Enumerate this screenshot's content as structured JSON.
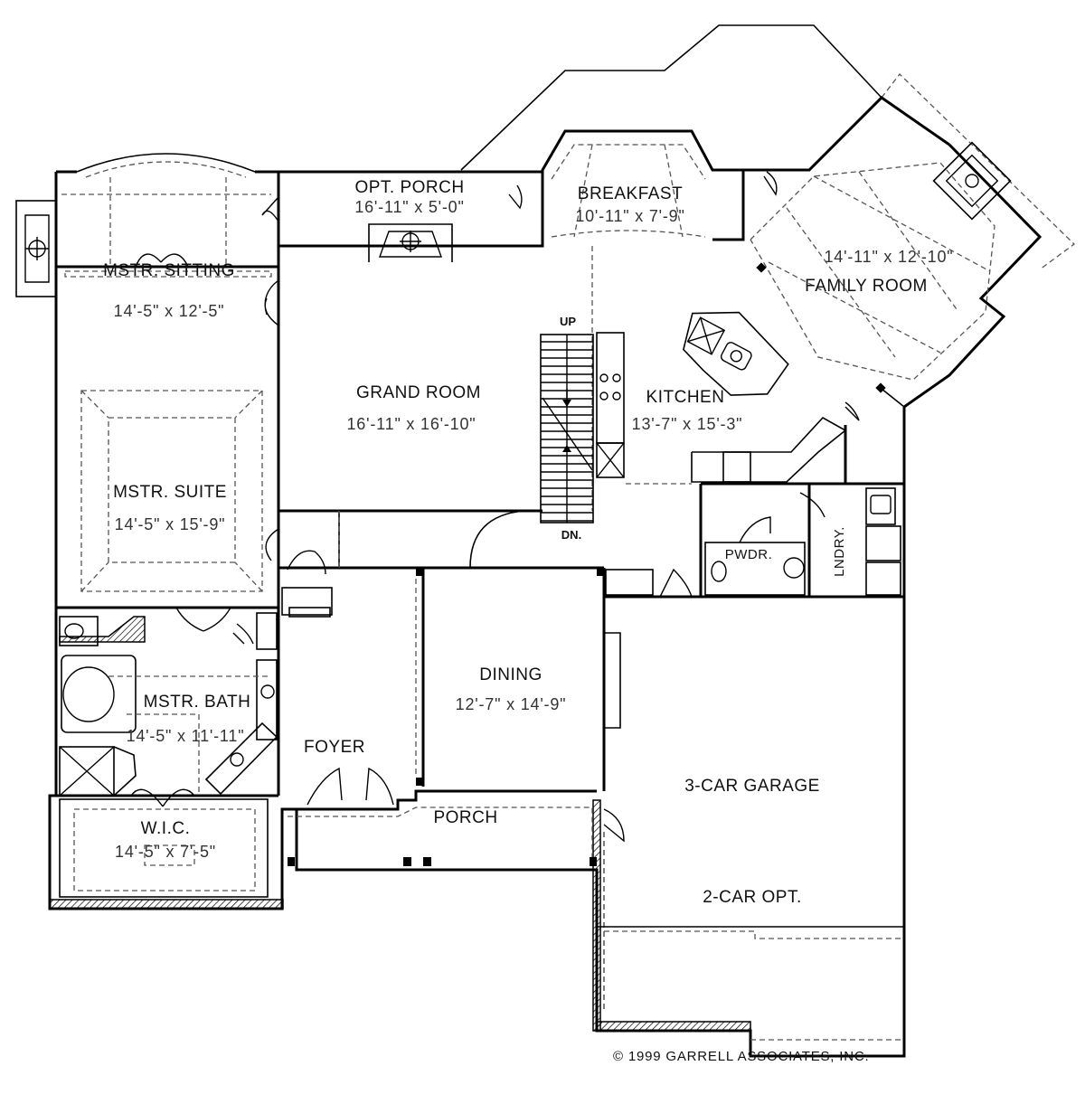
{
  "rooms": {
    "opt_porch": {
      "name": "OPT. PORCH",
      "dims": "16'-11\" x 5'-0\""
    },
    "breakfast": {
      "name": "BREAKFAST",
      "dims": "10'-11\" x 7'-9\""
    },
    "family_room": {
      "name": "FAMILY ROOM",
      "dims": "14'-11\" x 12'-10\""
    },
    "mstr_sitting": {
      "name": "MSTR. SITTING",
      "dims": "14'-5\" x 12'-5\""
    },
    "grand_room": {
      "name": "GRAND ROOM",
      "dims": "16'-11\" x 16'-10\""
    },
    "kitchen": {
      "name": "KITCHEN",
      "dims": "13'-7\" x 15'-3\""
    },
    "mstr_suite": {
      "name": "MSTR. SUITE",
      "dims": "14'-5\" x 15'-9\""
    },
    "pwdr": {
      "name": "PWDR."
    },
    "lndry": {
      "name": "LNDRY."
    },
    "dining": {
      "name": "DINING",
      "dims": "12'-7\" x 14'-9\""
    },
    "mstr_bath": {
      "name": "MSTR. BATH",
      "dims": "14'-5\" x 11'-11\""
    },
    "foyer": {
      "name": "FOYER"
    },
    "garage": {
      "name": "3-CAR GARAGE",
      "option": "2-CAR OPT."
    },
    "porch": {
      "name": "PORCH"
    },
    "wic": {
      "name": "W.I.C.",
      "dims": "14'-5\" x 7'-5\""
    }
  },
  "stairs": {
    "up": "UP",
    "down": "DN."
  },
  "copyright": "© 1999 GARRELL ASSOCIATES, INC."
}
